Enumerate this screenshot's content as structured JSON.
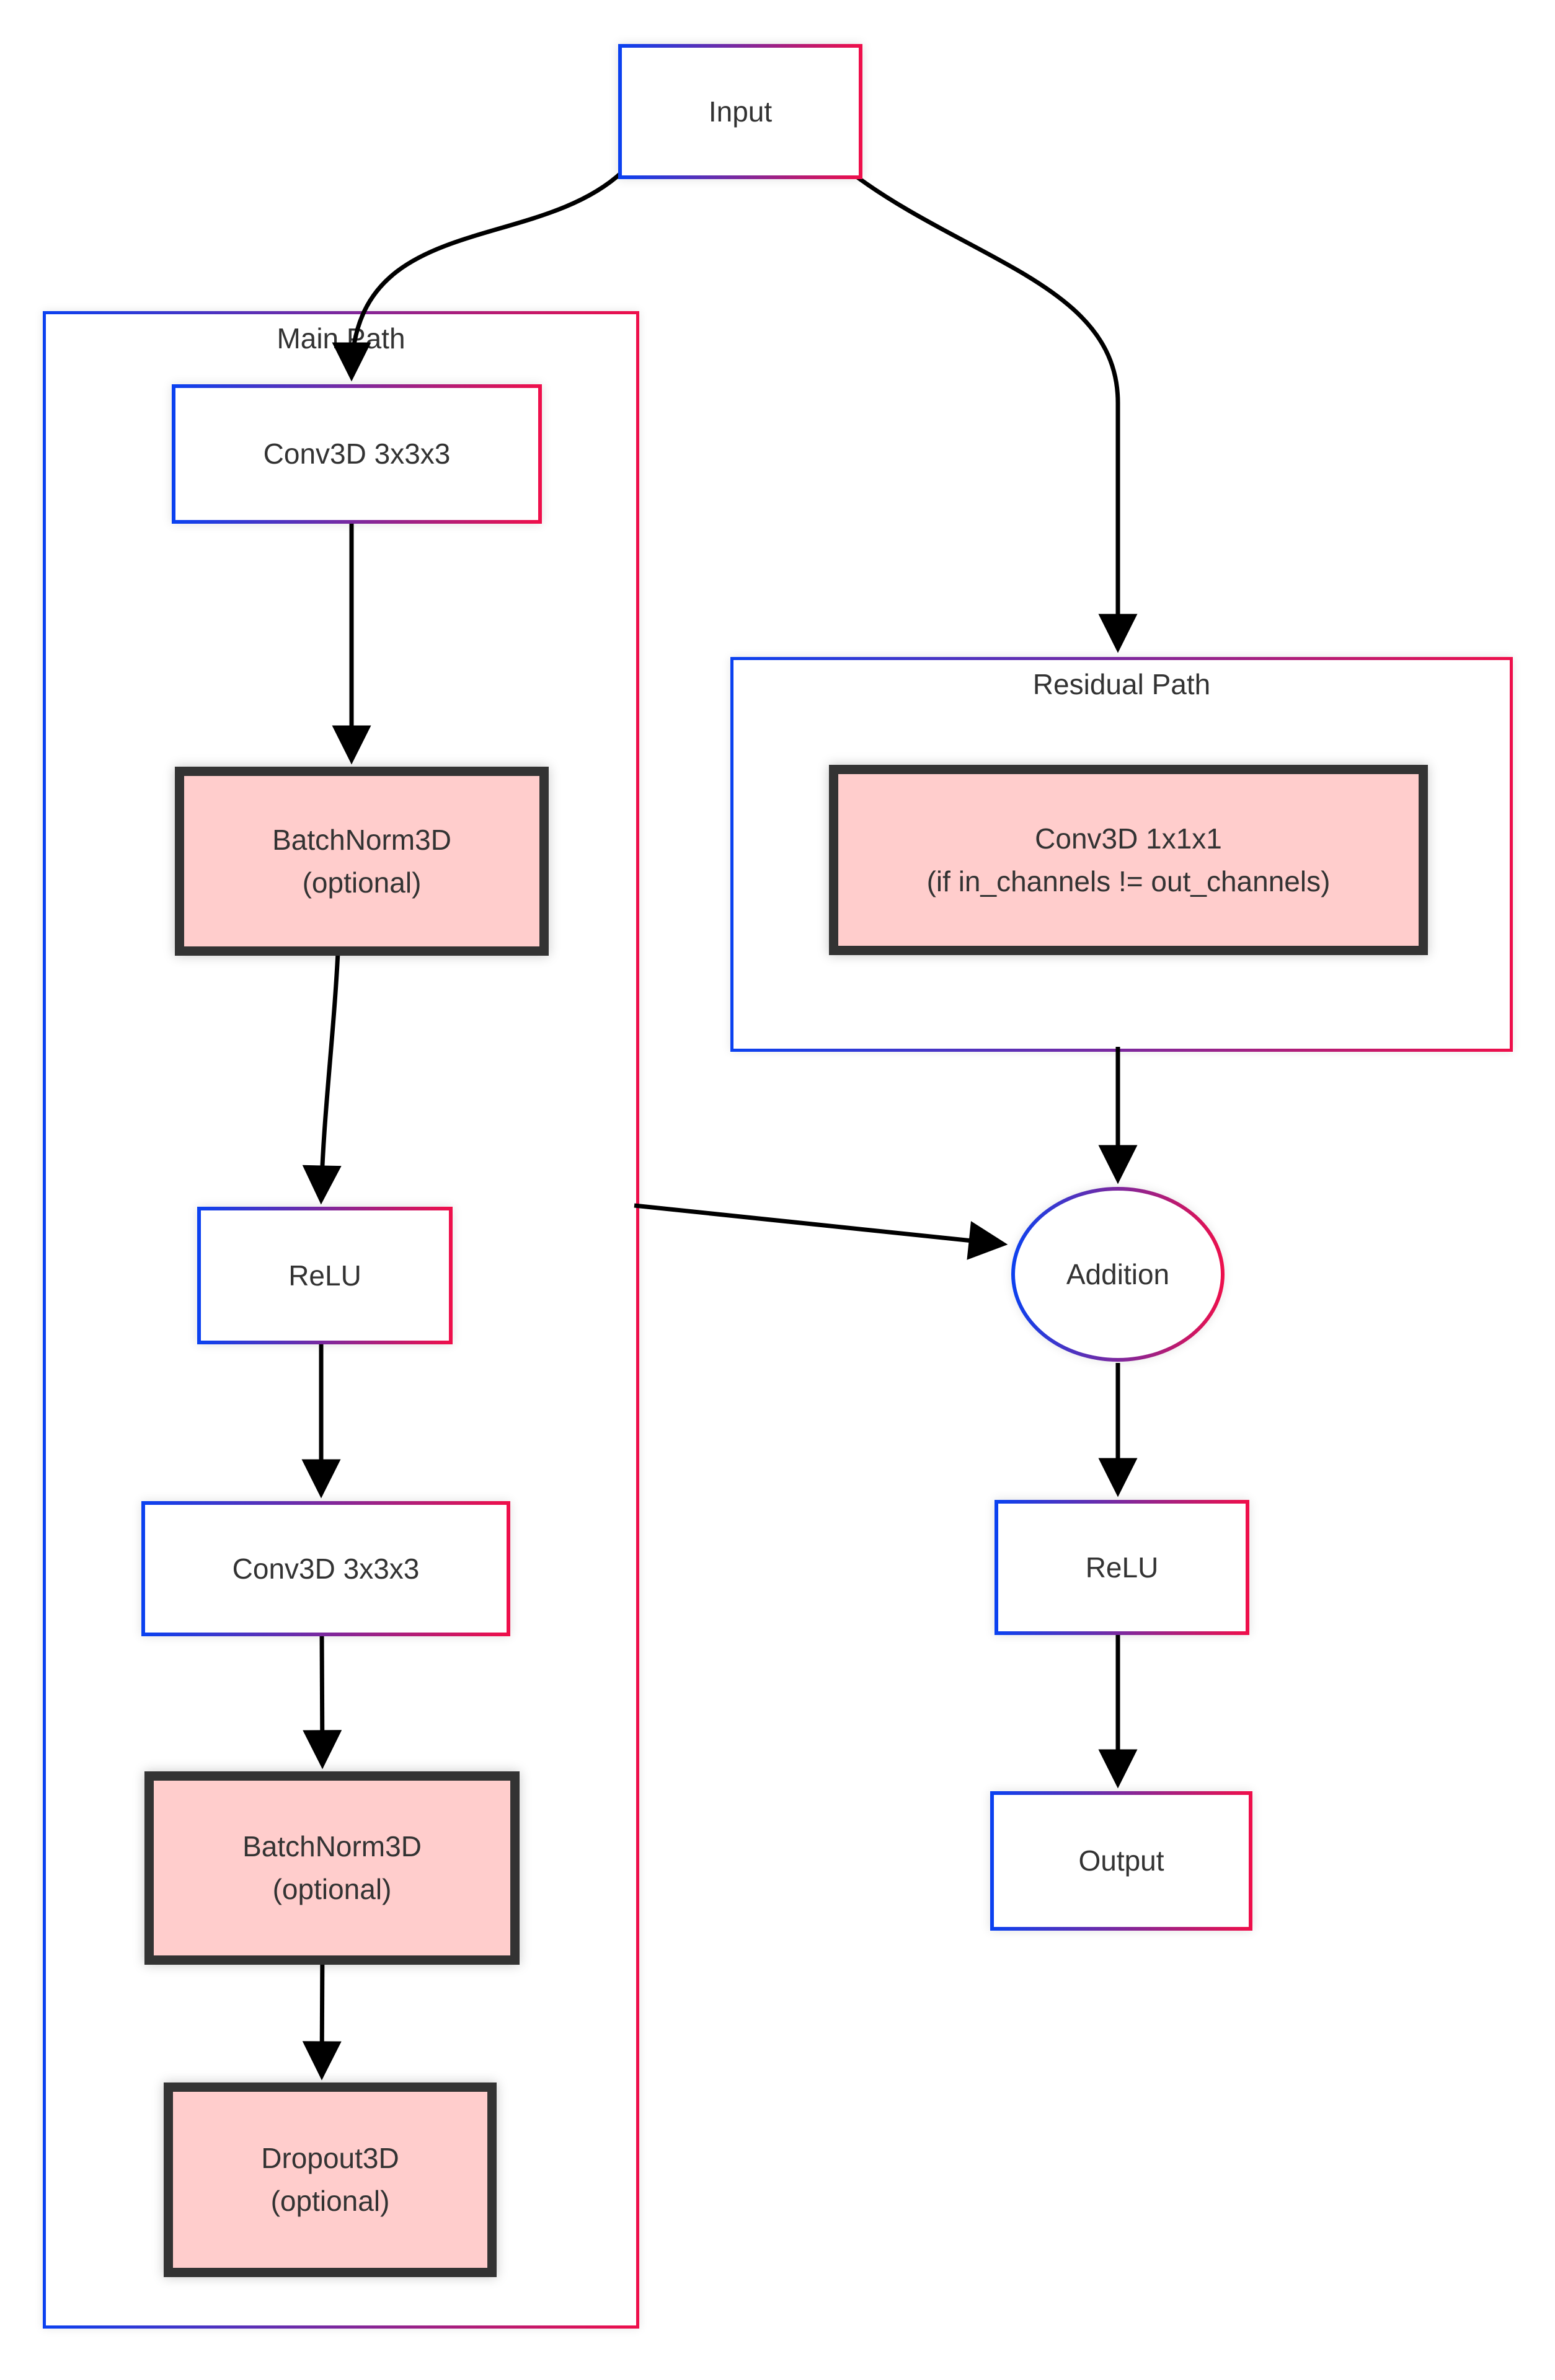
{
  "colors": {
    "gradient_start": "#0b41f0",
    "gradient_end": "#ee0f4b",
    "pink_fill": "#ffcdcc",
    "dark_border": "#333333",
    "text_color": "#333333",
    "arrow_color": "#000000"
  },
  "nodes": {
    "input": {
      "label": "Input"
    },
    "main_path": {
      "label": "Main Path"
    },
    "conv1": {
      "label": "Conv3D 3x3x3"
    },
    "bn1": {
      "line1": "BatchNorm3D",
      "line2": "(optional)"
    },
    "relu_main": {
      "label": "ReLU"
    },
    "conv2": {
      "label": "Conv3D 3x3x3"
    },
    "bn2": {
      "line1": "BatchNorm3D",
      "line2": "(optional)"
    },
    "dropout": {
      "line1": "Dropout3D",
      "line2": "(optional)"
    },
    "residual_path": {
      "label": "Residual Path"
    },
    "conv_res": {
      "line1": "Conv3D 1x1x1",
      "line2": "(if in_channels != out_channels)"
    },
    "addition": {
      "label": "Addition"
    },
    "relu_out": {
      "label": "ReLU"
    },
    "output": {
      "label": "Output"
    }
  },
  "edges": [
    {
      "from": "input",
      "to": "conv1"
    },
    {
      "from": "input",
      "to": "residual_path"
    },
    {
      "from": "conv1",
      "to": "bn1"
    },
    {
      "from": "bn1",
      "to": "relu_main"
    },
    {
      "from": "relu_main",
      "to": "conv2"
    },
    {
      "from": "conv2",
      "to": "bn2"
    },
    {
      "from": "bn2",
      "to": "dropout"
    },
    {
      "from": "main_path",
      "to": "addition"
    },
    {
      "from": "residual_path",
      "to": "addition"
    },
    {
      "from": "addition",
      "to": "relu_out"
    },
    {
      "from": "relu_out",
      "to": "output"
    }
  ]
}
